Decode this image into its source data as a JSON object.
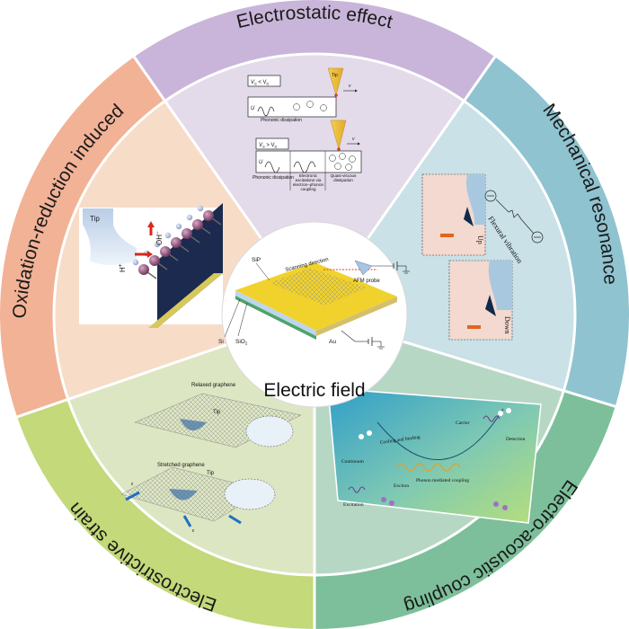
{
  "colors": {
    "electrostatic": "#c9b5d9",
    "mechanical": "#8fc3cf",
    "acoustic": "#7cbf9a",
    "strain": "#c3d97a",
    "redox": "#f2b296",
    "inner_electrostatic": "#e3daea",
    "inner_mechanical": "#c9e1e7",
    "inner_acoustic": "#b7d7c5",
    "inner_strain": "#dde6c3",
    "inner_redox": "#f7dcc8"
  },
  "center": {
    "title": "Electric field",
    "labels": {
      "sip": "SiP",
      "scanning": "Scanning direction",
      "probe": "AFM probe",
      "si": "Si",
      "sio2": "SiO",
      "sio2_sub": "2",
      "au": "Au"
    }
  },
  "sectors": {
    "electrostatic": {
      "title": "Electrostatic effect",
      "top_condition": "V",
      "top_cond_a": "S",
      "top_cond_op": " < V",
      "top_cond_b": "D",
      "tip": "Tip",
      "velocity": "v",
      "u_label": "U",
      "top_caption": "Phononic dissipation",
      "bottom_condition": "V",
      "bottom_cond_a": "S",
      "bottom_cond_op": " > V",
      "bottom_cond_b": "D",
      "captions": [
        "Phononic dissipation",
        "Electronic excitations via electron–phonon coupling",
        "Quasi-viscous dissipation"
      ]
    },
    "mechanical": {
      "title": "Mechanical resonance",
      "up": "Up",
      "down": "Down",
      "vibration": "Flexural vibration"
    },
    "acoustic": {
      "title": "Electro-acoustic coupling",
      "labels": [
        "Continuum",
        "Carrier",
        "Cooling and binding",
        "Exciton",
        "Phonon mediated coupling",
        "Excitation",
        "Detection"
      ]
    },
    "strain": {
      "title": "Electrostrictive strain",
      "relaxed": "Relaxed graphene",
      "stretched": "Stretched graphene",
      "tip": "Tip",
      "eps": "ε"
    },
    "redox": {
      "title": "Oxidation-reduction induced",
      "tip": "Tip",
      "oh": "OH",
      "oh_sup": "−",
      "h": "H",
      "h_sup": "+"
    }
  }
}
